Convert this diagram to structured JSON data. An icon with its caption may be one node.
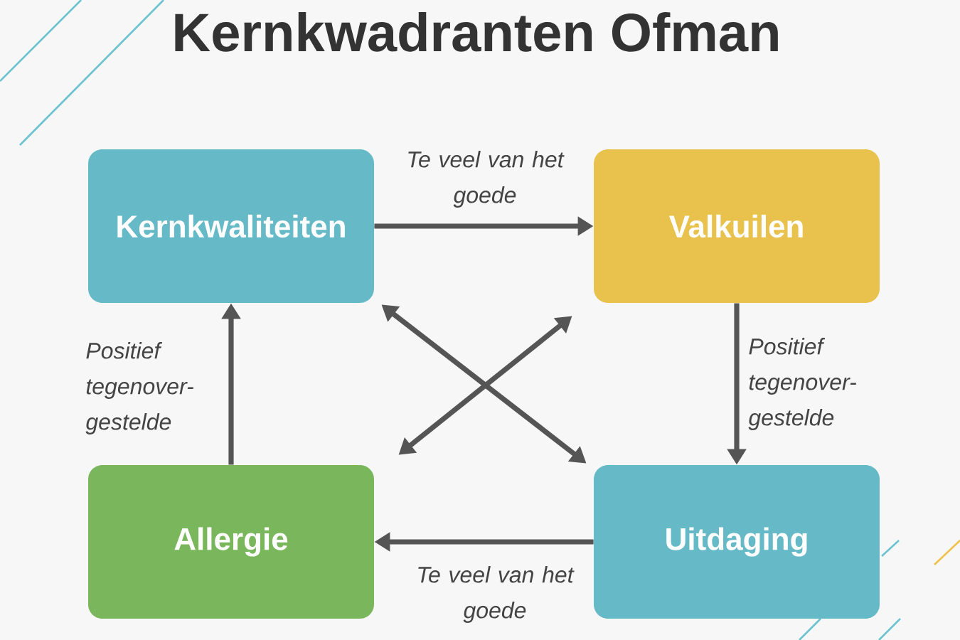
{
  "diagram": {
    "title": "Kernkwadranten Ofman",
    "nodes": [
      {
        "text": [
          "Kernkwaliteiten"
        ]
      },
      {
        "text": [
          "Valkuilen"
        ]
      },
      {
        "text": [
          "Allergie"
        ]
      },
      {
        "text": [
          "Uitdaging"
        ]
      }
    ],
    "edges": [
      {
        "from": 0,
        "to": 1,
        "arrow": "to",
        "label": "Te veel van het goede"
      },
      {
        "from": 1,
        "to": 3,
        "arrow": "to",
        "label": "Positief tegenover-gestelde"
      },
      {
        "from": 3,
        "to": 2,
        "arrow": "to",
        "label": "Te veel van het goede"
      },
      {
        "from": 2,
        "to": 0,
        "arrow": "to",
        "label": "Positief tegenover-gestelde"
      },
      {
        "from": 0,
        "to": 3,
        "arrow": "both"
      },
      {
        "from": 1,
        "to": 2,
        "arrow": "both"
      }
    ]
  }
}
